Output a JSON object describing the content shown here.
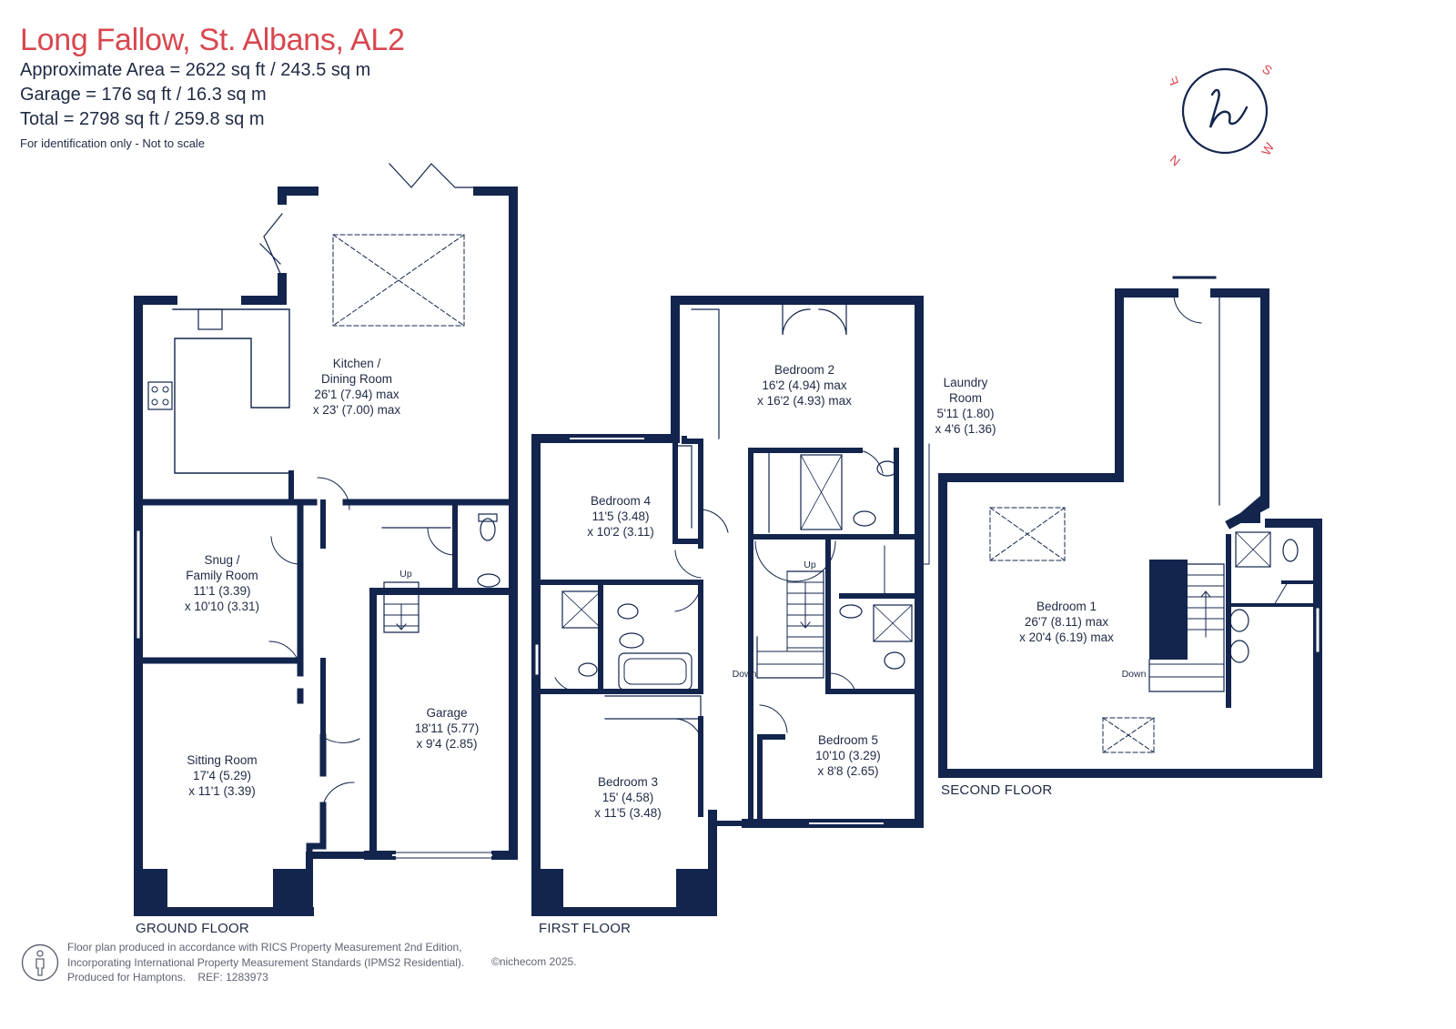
{
  "header": {
    "title": "Long Fallow, St. Albans, AL2",
    "area_line": "Approximate Area = 2622 sq ft / 243.5 sq m",
    "garage_line": "Garage = 176 sq ft / 16.3 sq m",
    "total_line": "Total = 2798 sq ft / 259.8 sq m",
    "disclaimer": "For identification only - Not to scale"
  },
  "rooms": {
    "kitchen": [
      "Kitchen /",
      "Dining Room",
      "26'1 (7.94) max",
      "x 23' (7.00) max"
    ],
    "snug": [
      "Snug /",
      "Family Room",
      "11'1 (3.39)",
      "x 10'10 (3.31)"
    ],
    "sitting": [
      "Sitting Room",
      "17'4 (5.29)",
      "x 11'1 (3.39)"
    ],
    "garage": [
      "Garage",
      "18'11 (5.77)",
      "x 9'4 (2.85)"
    ],
    "bedroom2": [
      "Bedroom 2",
      "16'2 (4.94) max",
      "x 16'2 (4.93) max"
    ],
    "laundry": [
      "Laundry",
      "Room",
      "5'11 (1.80)",
      "x 4'6 (1.36)"
    ],
    "bedroom4": [
      "Bedroom 4",
      "11'5 (3.48)",
      "x 10'2 (3.11)"
    ],
    "bedroom3": [
      "Bedroom 3",
      "15' (4.58)",
      "x 11'5 (3.48)"
    ],
    "bedroom5": [
      "Bedroom 5",
      "10'10 (3.29)",
      "x 8'8 (2.65)"
    ],
    "bedroom1": [
      "Bedroom 1",
      "26'7 (8.11) max",
      "x 20'4 (6.19) max"
    ]
  },
  "stair_labels": {
    "ground_up": "Up",
    "first_up": "Up",
    "first_down": "Down",
    "second_down": "Down"
  },
  "floors": {
    "ground": "GROUND FLOOR",
    "first": "FIRST FLOOR",
    "second": "SECOND FLOOR"
  },
  "compass": {
    "n": "N",
    "e": "E",
    "s": "S",
    "w": "W"
  },
  "footer": {
    "line1": "Floor plan produced in accordance with RICS Property Measurement 2nd Edition,",
    "line2": "Incorporating International Property Measurement Standards (IPMS2 Residential).",
    "produced_for": "Produced for Hamptons.",
    "ref": "REF:  1283973",
    "copyright": "©nichecom 2025."
  },
  "colors": {
    "wall": "#13254d",
    "title": "#d8474f",
    "text": "#1f2a44",
    "footer_text": "#5f6473"
  },
  "icons": [
    "rics-person-icon",
    "compass-logo-icon"
  ]
}
